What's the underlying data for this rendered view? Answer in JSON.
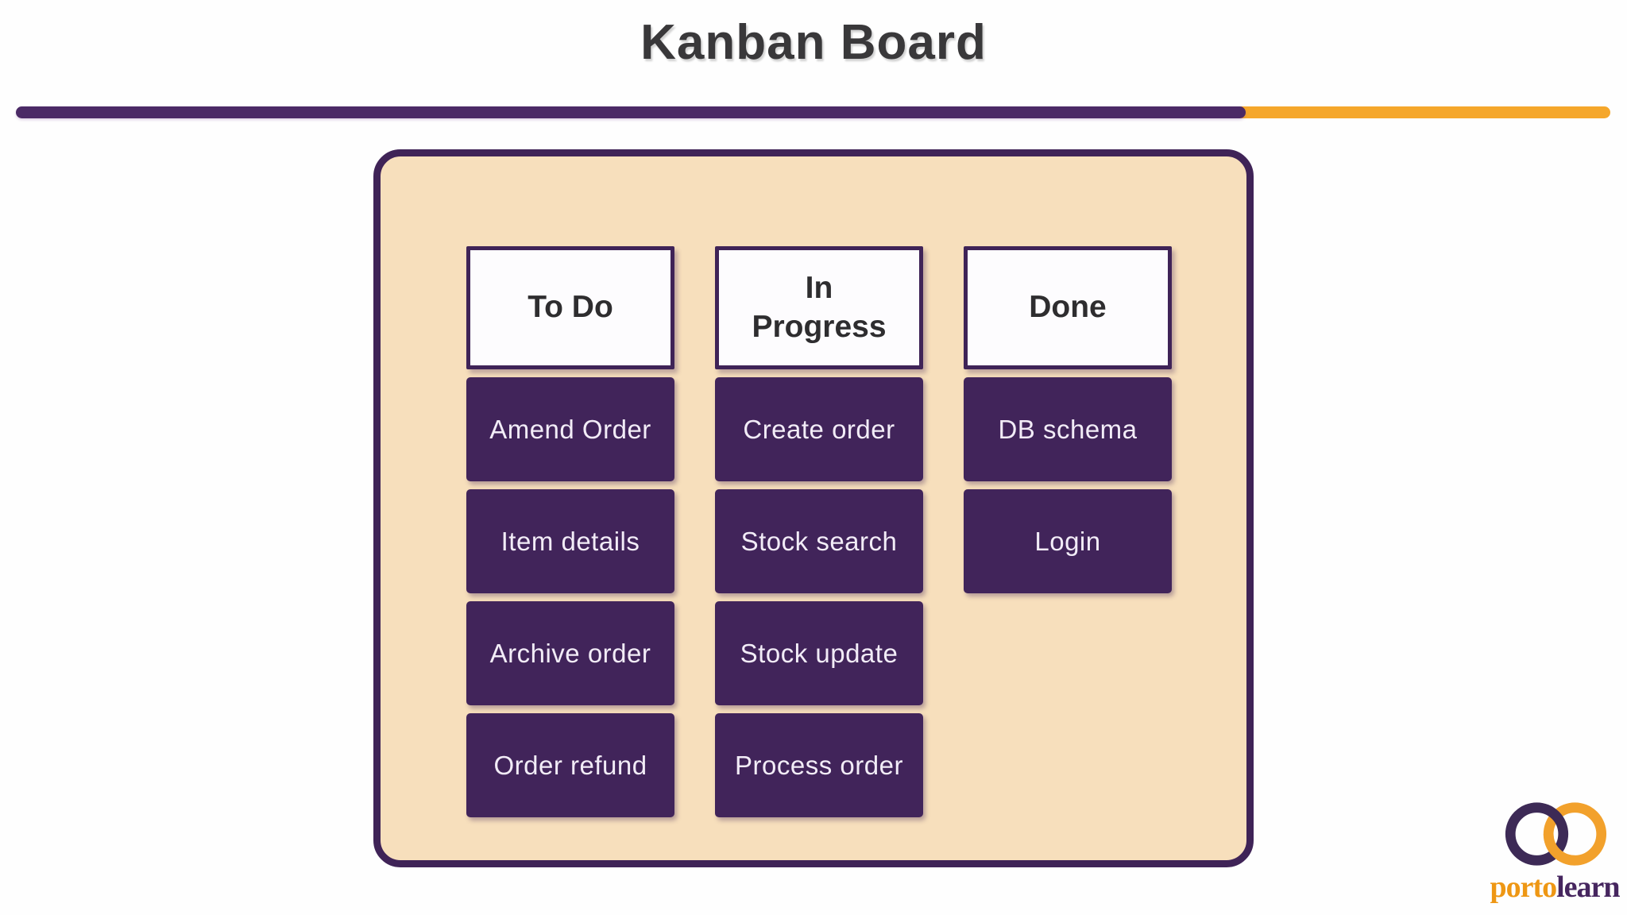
{
  "page": {
    "title": "Kanban Board",
    "background": "#fefefe"
  },
  "divider": {
    "purple_color": "#4b2a66",
    "orange_color": "#f5a72b"
  },
  "board": {
    "background": "#f7dfbc",
    "border_color": "#3f2357",
    "card_color": "#41245a",
    "card_text_color": "#f2ecf7",
    "columns": [
      {
        "id": "todo",
        "header": "To Do",
        "cards": [
          "Amend Order",
          "Item details",
          "Archive order",
          "Order refund"
        ]
      },
      {
        "id": "in-progress",
        "header": "In Progress",
        "cards": [
          "Create order",
          "Stock search",
          "Stock update",
          "Process order"
        ]
      },
      {
        "id": "done",
        "header": "Done",
        "cards": [
          "DB schema",
          "Login"
        ]
      }
    ]
  },
  "logo": {
    "text_first": "porto",
    "text_second": "learn",
    "orange": "#f2a12c",
    "purple": "#3d2a56"
  }
}
